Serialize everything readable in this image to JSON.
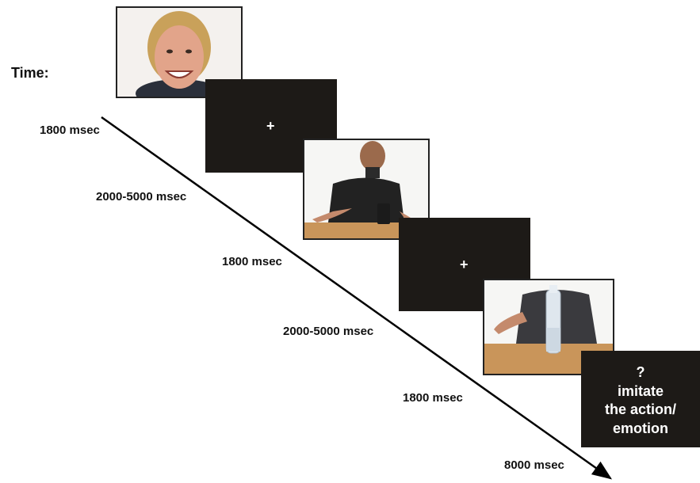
{
  "time_label": "Time:",
  "durations": [
    "1800 msec",
    "2000-5000 msec",
    "1800 msec",
    "2000-5000 msec",
    "1800 msec",
    "8000 msec"
  ],
  "fixation_symbol": "+",
  "prompt": {
    "line1": "?",
    "line2": "imitate",
    "line3": "the action/",
    "line4": "emotion"
  },
  "colors": {
    "screen": "#1d1a17",
    "arrow": "#000000"
  }
}
